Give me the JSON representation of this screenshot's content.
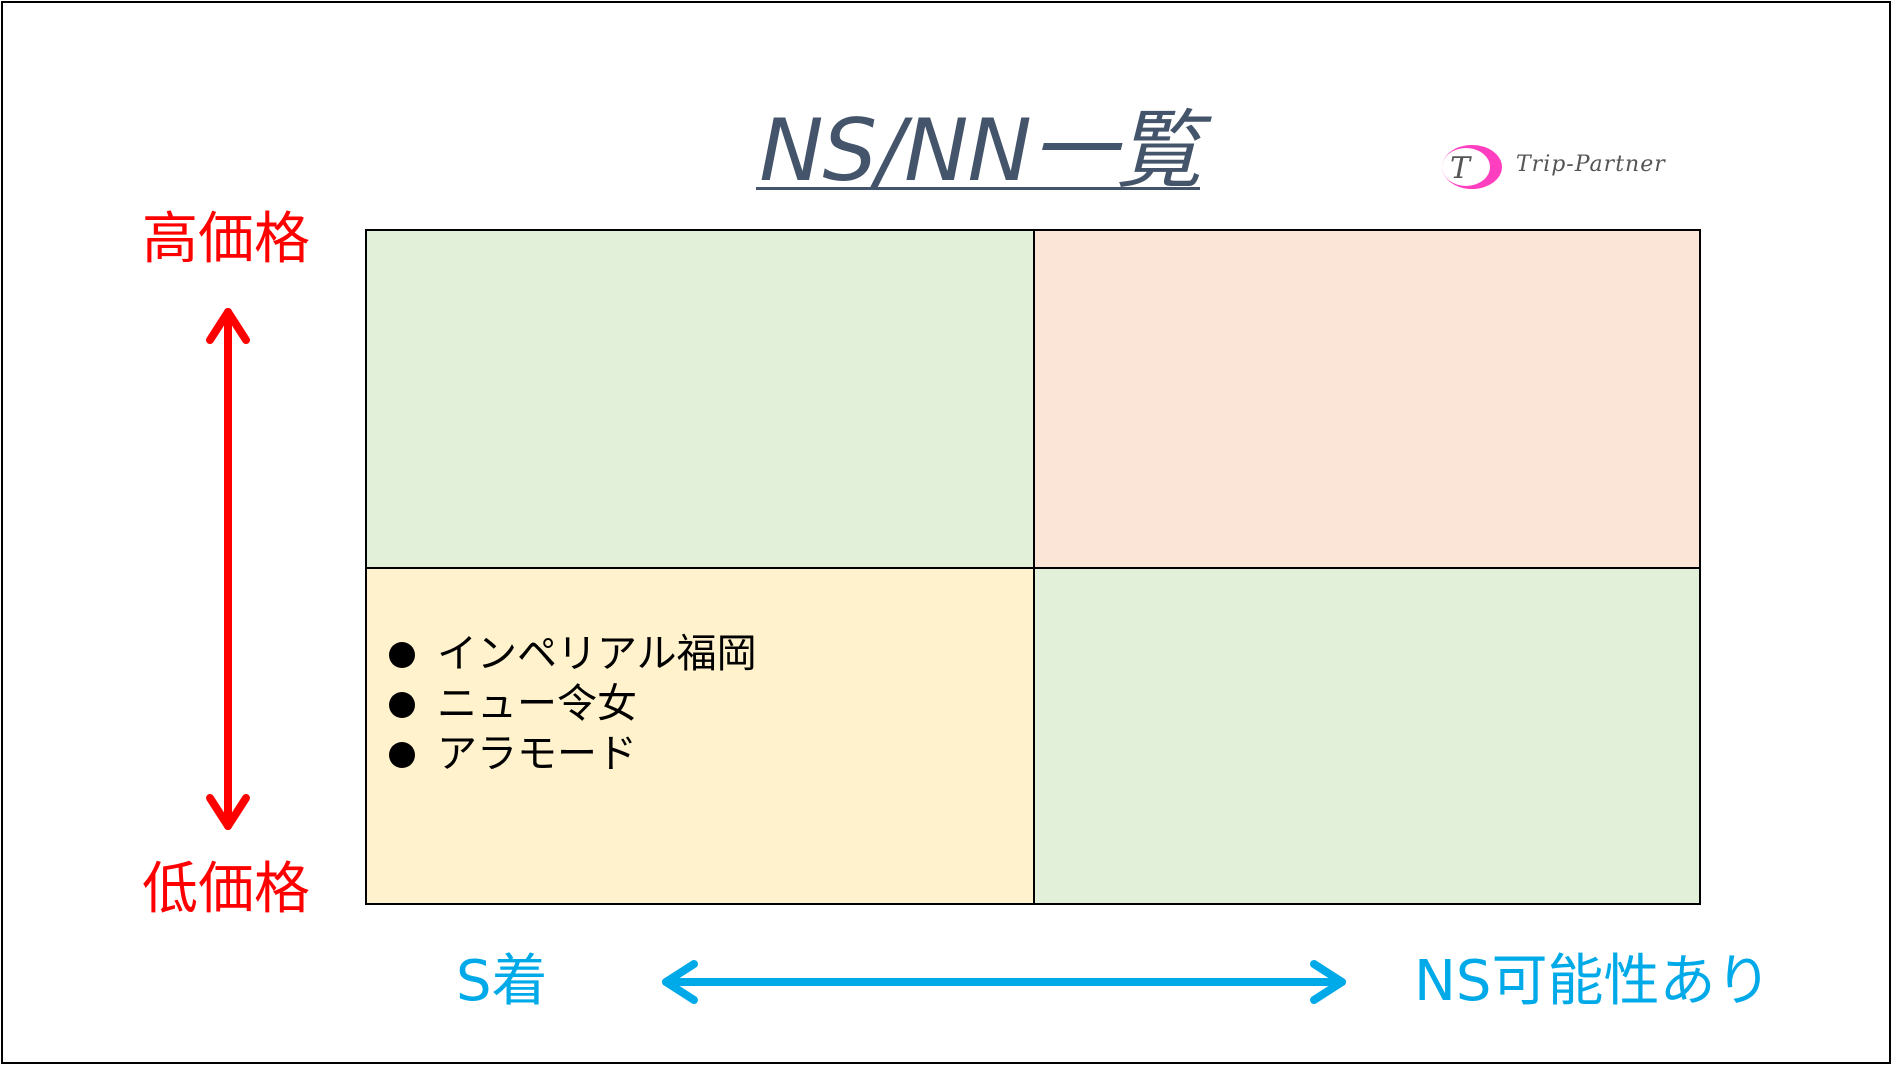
{
  "title": "NS/NN一覧",
  "logo": {
    "text": "Trip-Partner",
    "mark": "T"
  },
  "y_axis": {
    "top_label": "高価格",
    "bottom_label": "低価格",
    "color": "#ff0000"
  },
  "x_axis": {
    "left_label": "S着",
    "right_label": "NS可能性あり",
    "color": "#00a9e8"
  },
  "quadrants": {
    "top_left": {
      "color": "#e2efd9",
      "items": []
    },
    "top_right": {
      "color": "#fbe5d6",
      "items": []
    },
    "bottom_left": {
      "color": "#fff2cc",
      "items": [
        "インペリアル福岡",
        "ニュー令女",
        "アラモード"
      ]
    },
    "bottom_right": {
      "color": "#e2efd9",
      "items": []
    }
  },
  "colors": {
    "title": "#44546a",
    "logo_pink": "#ff3fbf"
  }
}
